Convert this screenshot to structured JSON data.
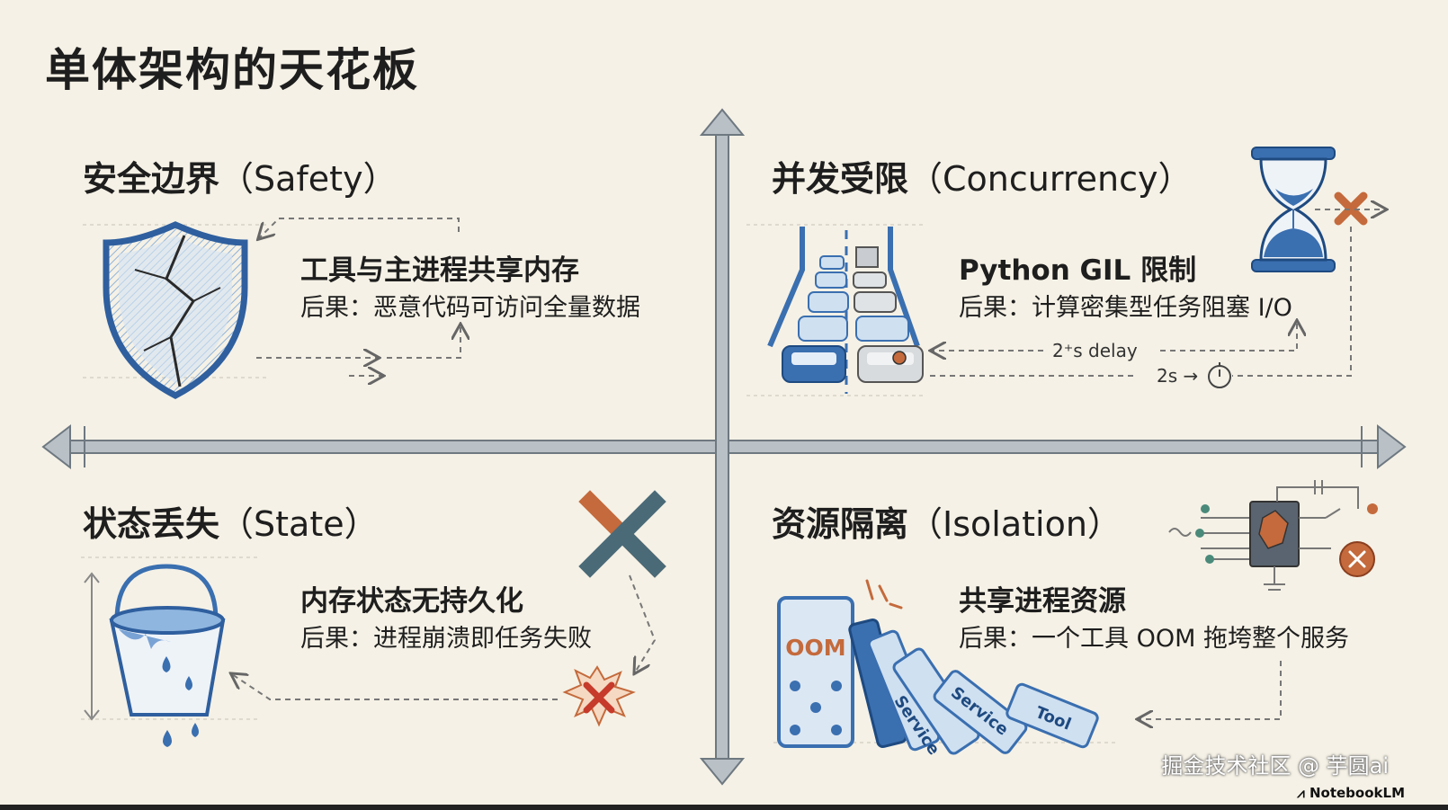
{
  "title": "单体架构的天花板",
  "quadrants": {
    "safety": {
      "title": "安全边界",
      "title_en": "（Safety）",
      "heading": "工具与主进程共享内存",
      "consequence": "后果：恶意代码可访问全量数据"
    },
    "concurrency": {
      "title": "并发受限",
      "title_en": "（Concurrency）",
      "heading": "Python GIL 限制",
      "consequence": "后果：计算密集型任务阻塞 I/O",
      "delay_label": "2⁺s delay",
      "timer_label": "2s →"
    },
    "state": {
      "title": "状态丢失",
      "title_en": "（State）",
      "heading": "内存状态无持久化",
      "consequence": "后果：进程崩溃即任务失败"
    },
    "isolation": {
      "title": "资源隔离",
      "title_en": "（Isolation）",
      "heading": "共享进程资源",
      "consequence": "后果：一个工具 OOM 拖垮整个服务",
      "domino_oom": "OOM",
      "domino_service_1": "Service",
      "domino_service_2": "Service",
      "domino_tool": "Tool"
    }
  },
  "watermark": "掘金技术社区 @ 芋圆ai",
  "brand": "NotebookLM",
  "colors": {
    "background": "#f5f1e6",
    "blue": "#3a6fb0",
    "light_blue": "#a9c8e8",
    "axis": "#9aa3ab",
    "cross": "#c46a3c",
    "slate": "#4a6a78"
  }
}
